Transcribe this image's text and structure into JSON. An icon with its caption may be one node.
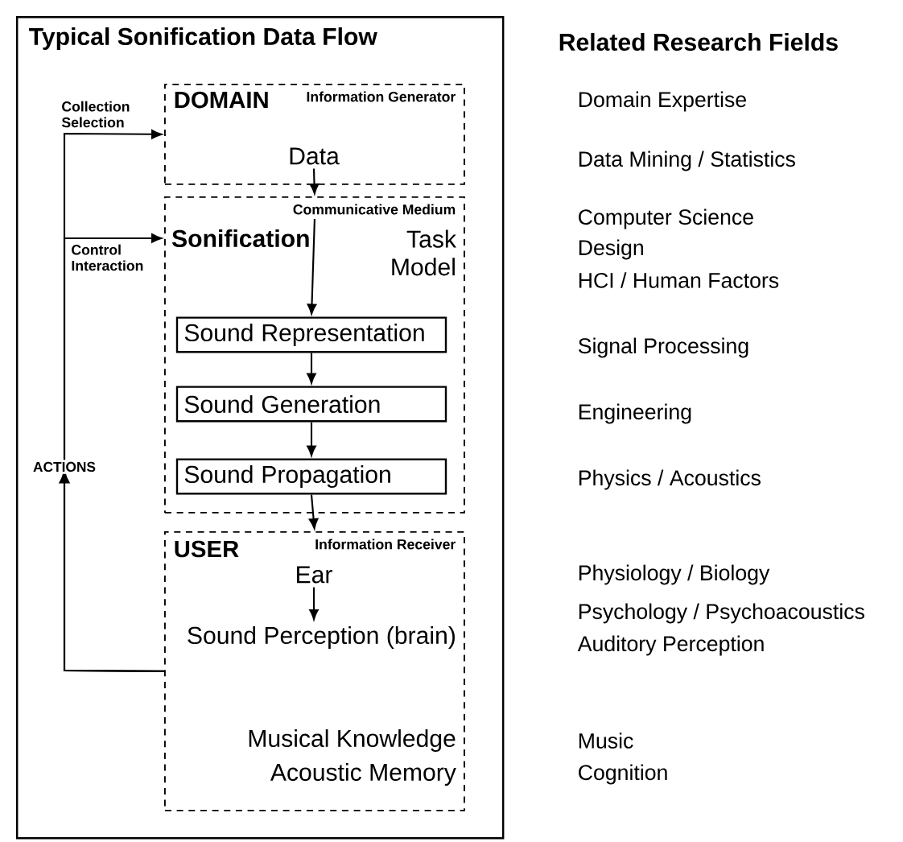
{
  "diagram": {
    "title": "Related Research Fields",
    "nodes": [
      {
        "text": [
          "Typical Sonification Data Flow"
        ]
      },
      {
        "text": [
          "DOMAIN",
          "Information Generator"
        ],
        "in": 0
      },
      {
        "text": [
          "Data"
        ],
        "in": 1
      },
      {
        "text": [
          "Communicative Medium"
        ],
        "in": 0
      },
      {
        "text": [
          "Sonification"
        ],
        "in": 3
      },
      {
        "text": [
          "Task Model"
        ],
        "in": 3
      },
      {
        "text": [
          "Sound Representation"
        ],
        "in": 3
      },
      {
        "text": [
          "Sound Generation"
        ],
        "in": 3
      },
      {
        "text": [
          "Sound Propagation"
        ],
        "in": 3
      },
      {
        "text": [
          "USER",
          "Information Receiver"
        ],
        "in": 0
      },
      {
        "text": [
          "Ear"
        ],
        "in": 9
      },
      {
        "text": [
          "Sound Perception (brain)"
        ],
        "in": 9
      },
      {
        "text": [
          "Musical Knowledge"
        ],
        "in": 9
      },
      {
        "text": [
          "Acoustic Memory"
        ],
        "in": 9
      }
    ],
    "edges": [
      {
        "from": 9,
        "to": 1,
        "arrow": "to",
        "label": "Collection Selection"
      },
      {
        "from": 9,
        "to": 3,
        "arrow": "to",
        "label": "Control Interaction"
      },
      {
        "from": 2,
        "to": 3,
        "arrow": "to"
      },
      {
        "from": 4,
        "to": 6,
        "arrow": "to"
      },
      {
        "from": 6,
        "to": 7,
        "arrow": "to"
      },
      {
        "from": 7,
        "to": 8,
        "arrow": "to"
      },
      {
        "from": 8,
        "to": 9,
        "arrow": "to"
      },
      {
        "from": 10,
        "to": 11,
        "arrow": "to"
      }
    ],
    "labels": [
      "ACTIONS",
      "Domain Expertise",
      "Data Mining / Statistics",
      "Computer Science",
      "Design",
      "HCI / Human Factors",
      "Signal Processing",
      "Engineering",
      "Physics / Acoustics",
      "Physiology / Biology",
      "Psychology / Psychoacoustics",
      "Auditory Perception",
      "Music",
      "Cognition"
    ]
  }
}
